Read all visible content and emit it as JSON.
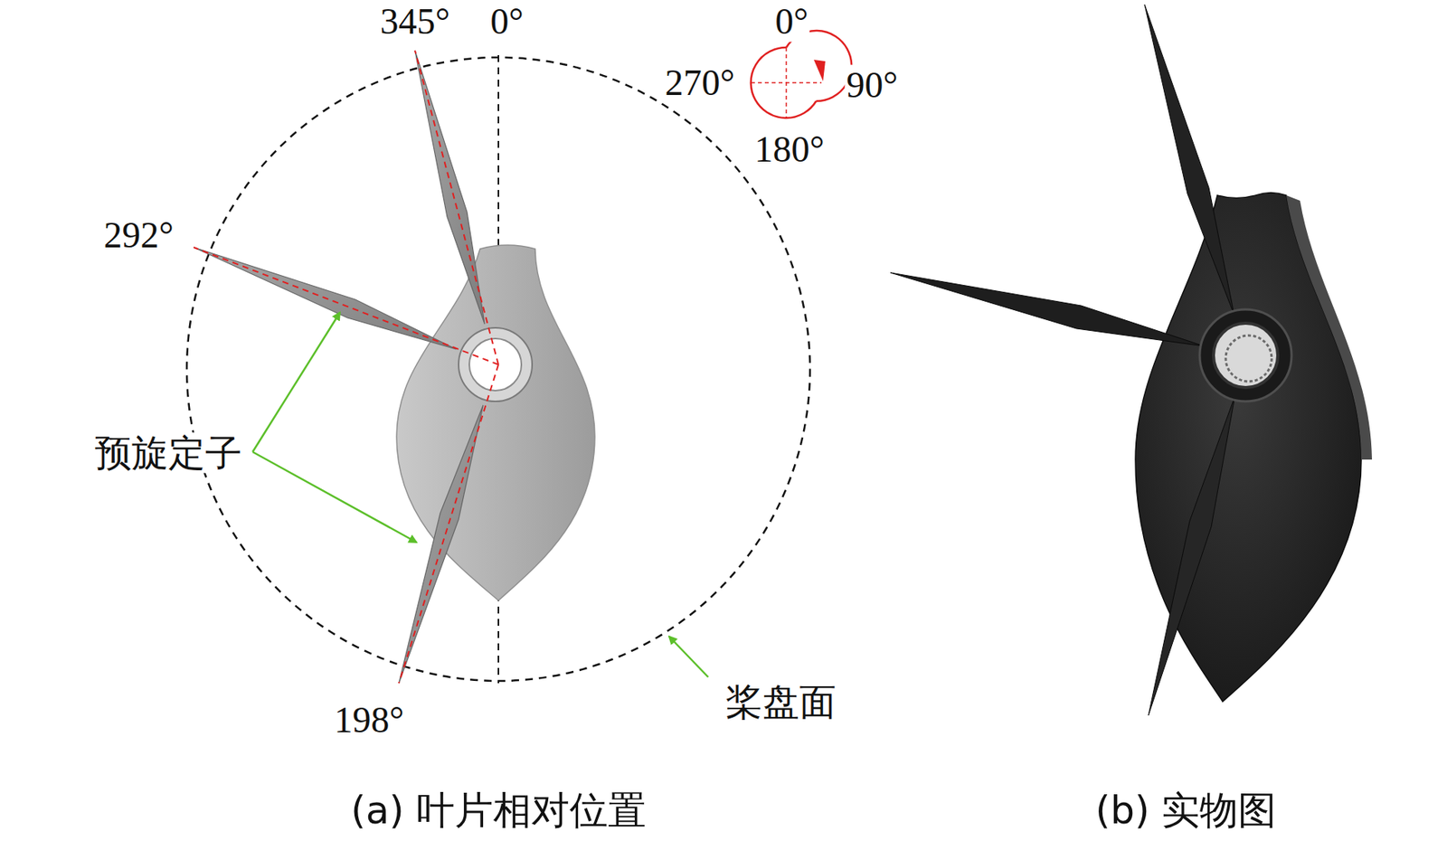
{
  "diagram": {
    "labels": [
      "345°",
      "0°",
      "292°",
      "198°",
      "0°",
      "270°",
      "90°",
      "180°",
      "预旋定子",
      "桨盘面",
      "(a) 叶片相对位置",
      "(b) 实物图"
    ]
  }
}
